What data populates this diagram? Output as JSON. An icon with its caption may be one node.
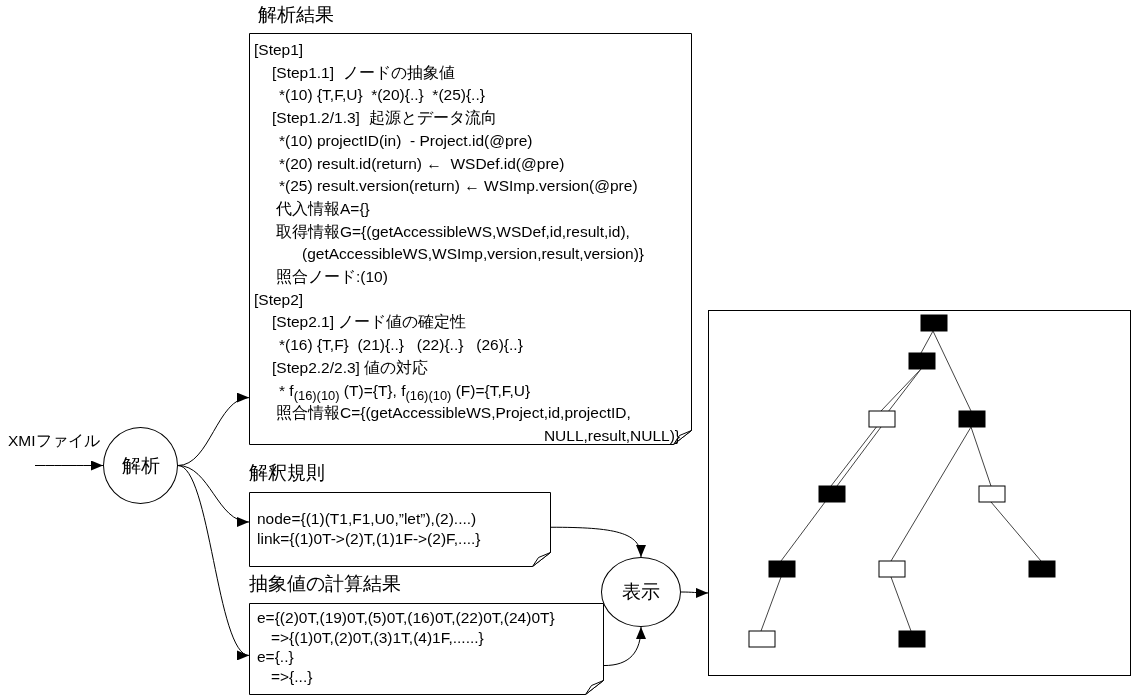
{
  "diagram": {
    "nodes": [
      {
        "text": [
          "解析"
        ]
      },
      {
        "text": [
          "解析結果",
          "[Step1]",
          "[Step1.1]  ノードの抽象値",
          "*(10) {T,F,U}  *(20){..}  *(25){..}",
          "[Step1.2/1.3]  起源とデータ流向",
          "*(10) projectID(in)  - Project.id(@pre)",
          "*(20) result.id(return) ←  WSDef.id(@pre)",
          "*(25) result.version(return) ← WSImp.version(@pre)",
          "代入情報A={}",
          "取得情報G={(getAccessibleWS,WSDef,id,result,id),",
          "(getAccessibleWS,WSImp,version,result,version)}",
          "照合ノード:(10)",
          "[Step2]",
          "[Step2.1] ノード値の確定性",
          "*(16) {T,F}  (21){..}   (22){..}   (26){..}",
          "[Step2.2/2.3] 値の対応",
          "* f$_{(16)(10)}$ (T)={T}, f$_{(16)(10)}$ (F)={T,F,U}",
          "照合情報C={(getAccessibleWS,Project,id,projectID,",
          "NULL,result,NULL)}"
        ]
      },
      {
        "text": [
          "解釈規則",
          "node={(1)(T1,F1,U0,”let”),(2)....)",
          "link={(1)0T->(2)T,(1)1F->(2)F,....}"
        ]
      },
      {
        "text": [
          "抽象値の計算結果",
          "e={(2)0T,(19)0T,(5)0T,(16)0T,(22)0T,(24)0T}",
          "=>{(1)0T,(2)0T,(3)1T,(4)1F,......}",
          "e={..}",
          "=>{...}"
        ]
      },
      {
        "text": [
          "表示"
        ]
      },
      {
        "text": [],
        "shape": "picture"
      }
    ],
    "edges": [
      {
        "from": null,
        "to": 0,
        "arrow": "to",
        "label": "XMIファイル"
      },
      {
        "from": 0,
        "to": 1,
        "arrow": "to"
      },
      {
        "from": 0,
        "to": 2,
        "arrow": "to"
      },
      {
        "from": 0,
        "to": 3,
        "arrow": "to"
      },
      {
        "from": 2,
        "to": 4,
        "arrow": "to"
      },
      {
        "from": 3,
        "to": 4,
        "arrow": "to"
      },
      {
        "from": 4,
        "to": 5,
        "arrow": "to"
      }
    ]
  }
}
